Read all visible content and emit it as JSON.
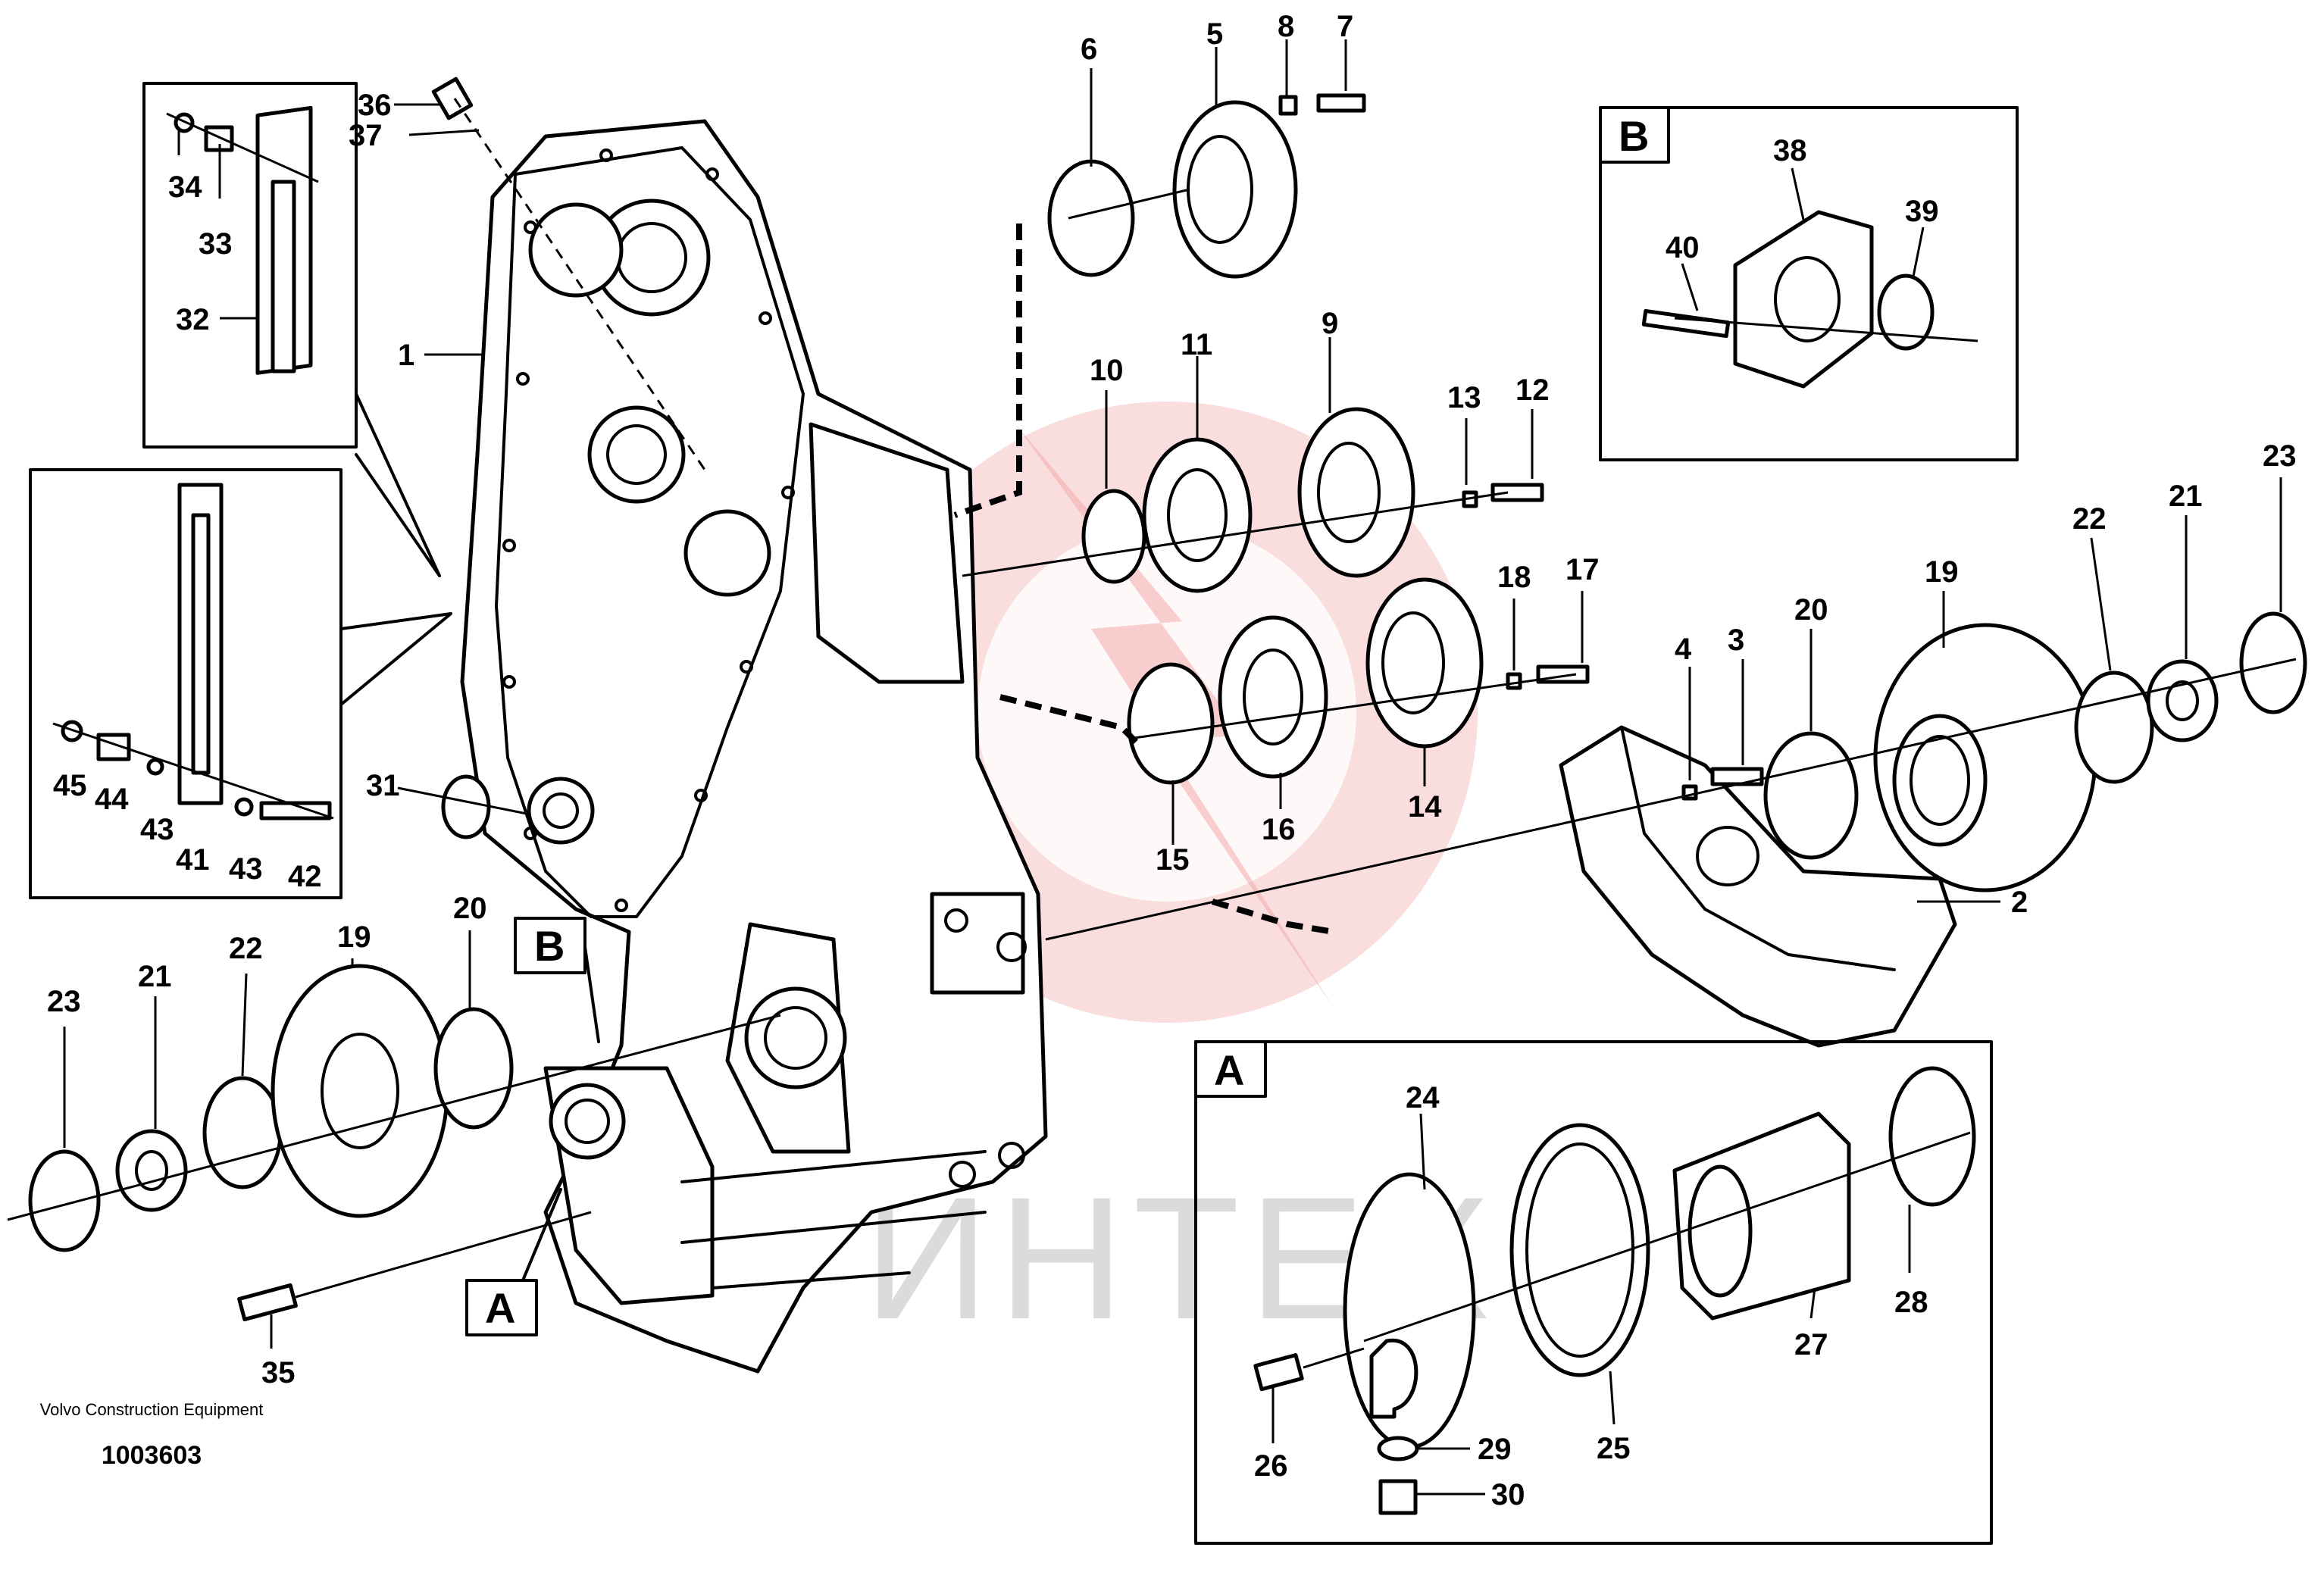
{
  "callouts": {
    "c1": "1",
    "c2": "2",
    "c3": "3",
    "c4": "4",
    "c5": "5",
    "c6": "6",
    "c7": "7",
    "c8": "8",
    "c9": "9",
    "c10": "10",
    "c11": "11",
    "c12": "12",
    "c13": "13",
    "c14": "14",
    "c15": "15",
    "c16": "16",
    "c17": "17",
    "c18": "18",
    "c19a": "19",
    "c19b": "19",
    "c20a": "20",
    "c20b": "20",
    "c21a": "21",
    "c21b": "21",
    "c22a": "22",
    "c22b": "22",
    "c23a": "23",
    "c23b": "23",
    "c24": "24",
    "c25": "25",
    "c26": "26",
    "c27": "27",
    "c28": "28",
    "c29": "29",
    "c30": "30",
    "c31": "31",
    "c32": "32",
    "c33": "33",
    "c34": "34",
    "c35": "35",
    "c36": "36",
    "c37": "37",
    "c38": "38",
    "c39": "39",
    "c40": "40",
    "c41": "41",
    "c42": "42",
    "c43a": "43",
    "c43b": "43",
    "c44": "44",
    "c45": "45"
  },
  "detail_views": {
    "view_a": "A",
    "view_b": "B",
    "ref_a": "A",
    "ref_b": "B"
  },
  "watermark": "ИНТЕХ",
  "caption": {
    "manufacturer": "Volvo Construction Equipment",
    "document_number": "1003603"
  },
  "colors": {
    "line": "#000000",
    "watermark_logo": "#f4b4b4",
    "watermark_text": "#9a9a9a"
  }
}
